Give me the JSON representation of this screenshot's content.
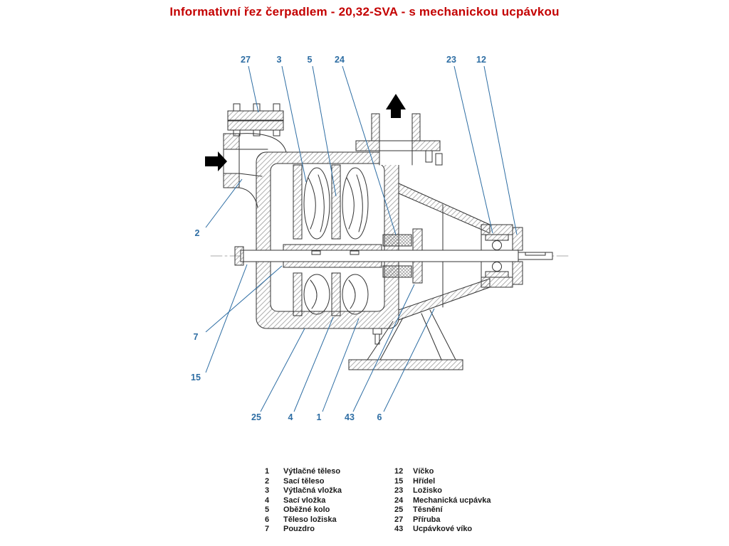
{
  "title": "Informativní řez čerpadlem - 20,32-SVA - s mechanickou ucpávkou",
  "colors": {
    "title_red": "#c40000",
    "callout_blue": "#2d6da3",
    "line_dark": "#333333"
  },
  "callouts": [
    {
      "num": "27"
    },
    {
      "num": "3"
    },
    {
      "num": "5"
    },
    {
      "num": "24"
    },
    {
      "num": "23"
    },
    {
      "num": "12"
    },
    {
      "num": "2"
    },
    {
      "num": "7"
    },
    {
      "num": "15"
    },
    {
      "num": "25"
    },
    {
      "num": "4"
    },
    {
      "num": "1"
    },
    {
      "num": "43"
    },
    {
      "num": "6"
    }
  ],
  "legend": {
    "left": [
      {
        "num": "1",
        "label": "Výtlačné těleso"
      },
      {
        "num": "2",
        "label": "Sací těleso"
      },
      {
        "num": "3",
        "label": "Výtlačná vložka"
      },
      {
        "num": "4",
        "label": "Sací vložka"
      },
      {
        "num": "5",
        "label": "Oběžné kolo"
      },
      {
        "num": "6",
        "label": "Těleso ložiska"
      },
      {
        "num": "7",
        "label": "Pouzdro"
      }
    ],
    "right": [
      {
        "num": "12",
        "label": "Víčko"
      },
      {
        "num": "15",
        "label": "Hřídel"
      },
      {
        "num": "23",
        "label": "Ložisko"
      },
      {
        "num": "24",
        "label": "Mechanická ucpávka"
      },
      {
        "num": "25",
        "label": "Těsnění"
      },
      {
        "num": "27",
        "label": "Příruba"
      },
      {
        "num": "43",
        "label": "Ucpávkové víko"
      }
    ]
  }
}
